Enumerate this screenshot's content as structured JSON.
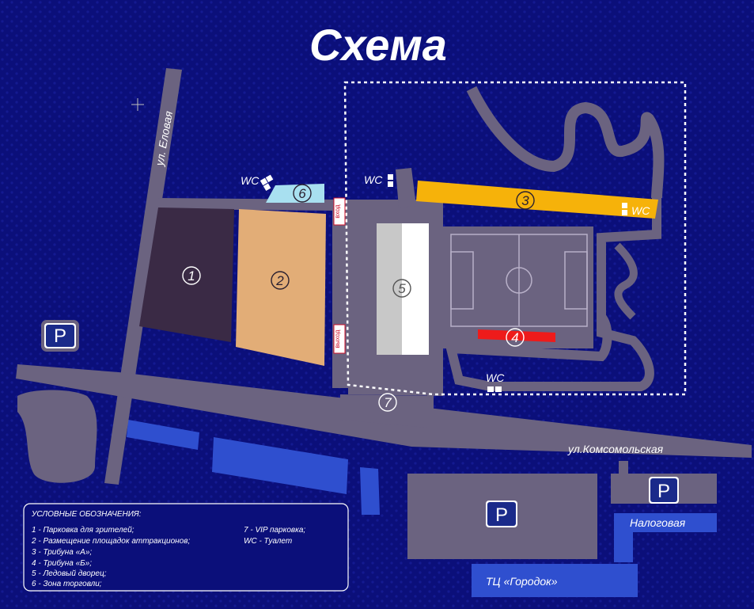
{
  "title": "Схема",
  "streets": {
    "elovaya": "ул. Еловая",
    "komsomolskaya": "ул.Комсомольская",
    "nalogovaya": "Налоговая",
    "gorodok": "ТЦ «Городок»"
  },
  "zones": {
    "z1": "1",
    "z2": "2",
    "z3": "3",
    "z4": "4",
    "z5": "5",
    "z6": "6",
    "z7": "7"
  },
  "wc": "WC",
  "parking": "P",
  "gates": {
    "entrance": "вход",
    "exit": "выход"
  },
  "legend": {
    "heading": "УСЛОВНЫЕ ОБОЗНАЧЕНИЯ:",
    "items_left": [
      "1 -  Парковка для зрителей;",
      "2 - Размещение площадок аттракционов;",
      "3 - Трибуна «А»;",
      "4 -  Трибуна «Б»;",
      "5 - Ледовый дворец;",
      "6 - Зона торговли;"
    ],
    "items_right": [
      "7 -  VIP парковка;",
      "WC - Туалет"
    ]
  },
  "colors": {
    "background": "#0b0f7a",
    "road": "#6b6380",
    "zone1": "#3a2a45",
    "zone2": "#e2ad77",
    "tribune_a": "#f6b20a",
    "tribune_b": "#ee1b1b",
    "ice_palace_light": "#c8c8c8",
    "trade_zone": "#a8e0f0",
    "water_blue": "#2f4fcf"
  }
}
